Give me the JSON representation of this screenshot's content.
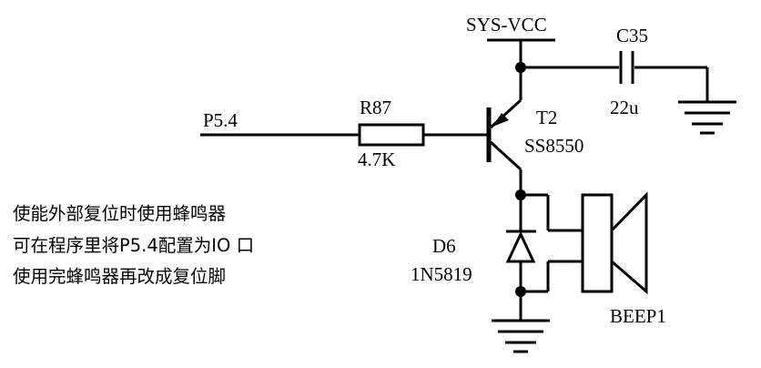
{
  "power": {
    "label": "SYS-VCC"
  },
  "capacitor": {
    "ref": "C35",
    "value": "22u"
  },
  "resistor": {
    "ref": "R87",
    "value": "4.7K"
  },
  "transistor": {
    "ref": "T2",
    "value": "SS8550"
  },
  "diode": {
    "ref": "D6",
    "value": "1N5819"
  },
  "buzzer": {
    "ref": "BEEP1"
  },
  "net": {
    "label": "P5.4"
  },
  "notes": [
    "使能外部复位时使用蜂鸣器",
    "可在程序里将P5.4配置为IO 口",
    "使用完蜂鸣器再改成复位脚"
  ]
}
